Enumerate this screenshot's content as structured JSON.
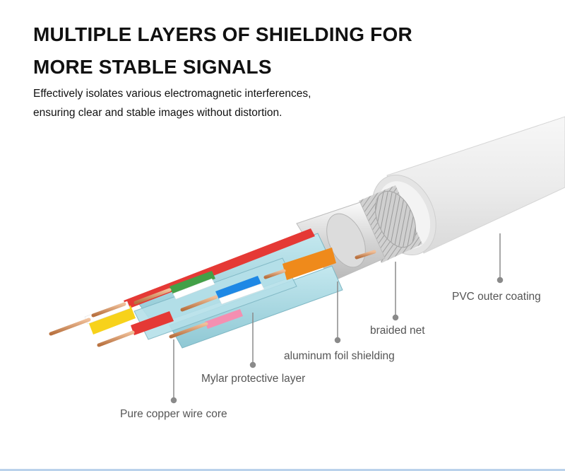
{
  "heading": {
    "line1": "MULTIPLE LAYERS OF SHIELDING FOR",
    "line2": "MORE STABLE SIGNALS"
  },
  "subheading": {
    "line1": "Effectively isolates various electromagnetic interferences,",
    "line2": "ensuring clear and stable images without distortion."
  },
  "callouts": {
    "pvc": "PVC outer coating",
    "braided": "braided net",
    "foil": "aluminum foil shielding",
    "mylar": "Mylar protective layer",
    "copper": "Pure copper wire core"
  },
  "colors": {
    "jacket": "#e9e9e9",
    "pair_sleeve": "#a9d9e3",
    "copper": "#d9956a",
    "leader_line": "#8a8a8a"
  }
}
